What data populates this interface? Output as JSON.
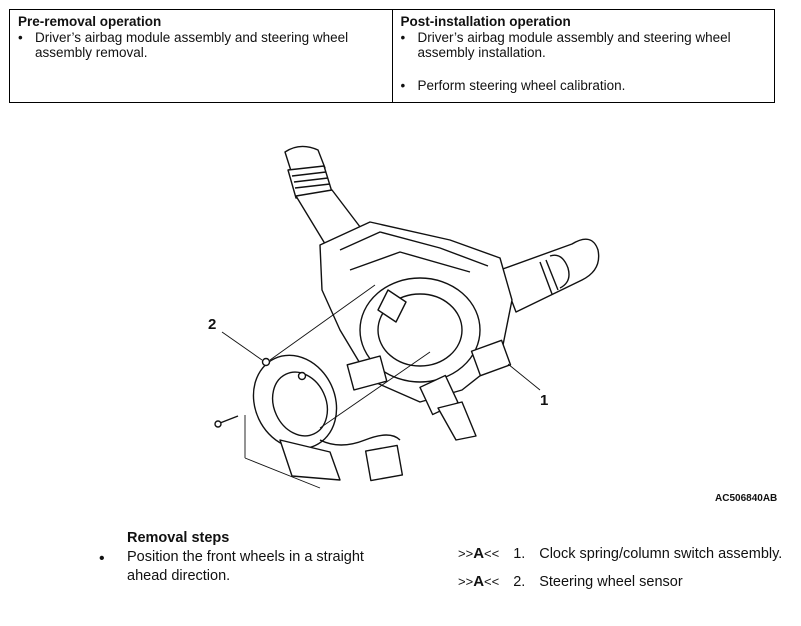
{
  "table": {
    "pre_removal": {
      "heading": "Pre-removal operation",
      "items": [
        "Driver’s airbag module assembly and steering wheel assembly removal."
      ]
    },
    "post_installation": {
      "heading": "Post-installation operation",
      "items": [
        "Driver’s airbag module assembly and steering wheel assembly installation.",
        "Perform steering wheel calibration."
      ]
    }
  },
  "figure": {
    "callouts": [
      "2",
      "1"
    ],
    "code": "AC506840AB"
  },
  "removal": {
    "title": "Removal steps",
    "bullet": "•",
    "note": "Position the front wheels in a straight ahead direction.",
    "steps": [
      {
        "prefix": ">>",
        "letter": "A",
        "suffix": "<<",
        "number": "1.",
        "text": "Clock spring/column switch assembly."
      },
      {
        "prefix": ">>",
        "letter": "A",
        "suffix": "<<",
        "number": "2.",
        "text": "Steering wheel sensor"
      }
    ]
  }
}
